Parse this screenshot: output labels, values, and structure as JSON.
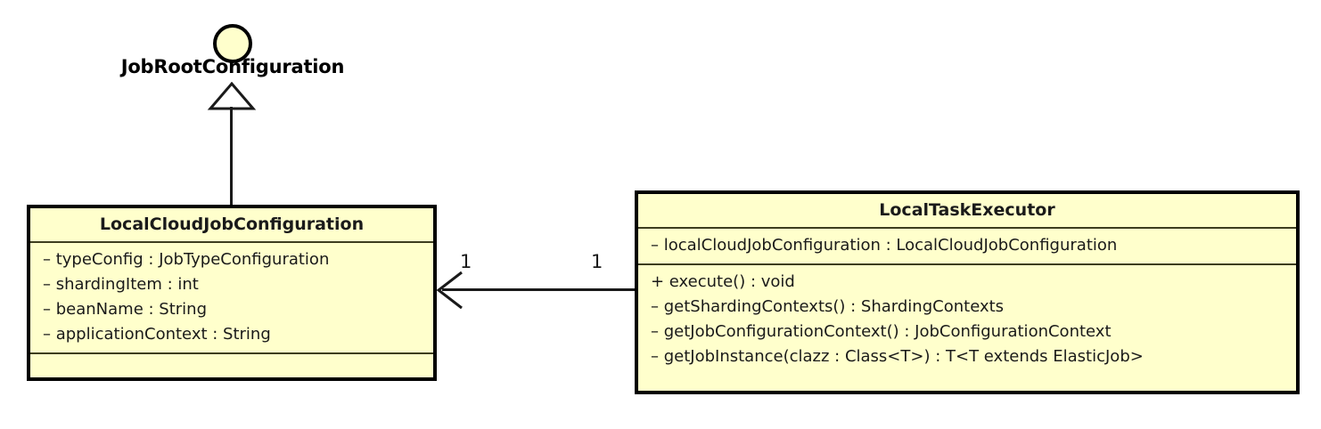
{
  "diagram": {
    "type": "uml-class-diagram",
    "background_color": "#ffffff",
    "node_fill_color": "#ffffcc",
    "node_border_color": "#000000",
    "text_color": "#1a1a1a"
  },
  "interface": {
    "name": "JobRootConfiguration",
    "icon": "interface-circle"
  },
  "relationships": {
    "generalization": {
      "from": "LocalCloudJobConfiguration",
      "to": "JobRootConfiguration",
      "arrow": "hollow-triangle"
    },
    "association": {
      "from": "LocalTaskExecutor",
      "to": "LocalCloudJobConfiguration",
      "arrow": "open-arrow",
      "source_multiplicity": "1",
      "target_multiplicity": "1"
    }
  },
  "classes": [
    {
      "name": "LocalCloudJobConfiguration",
      "attributes": [
        "– typeConfig : JobTypeConfiguration",
        "– shardingItem : int",
        "– beanName : String",
        "– applicationContext : String"
      ],
      "methods": []
    },
    {
      "name": "LocalTaskExecutor",
      "attributes": [
        "– localCloudJobConfiguration : LocalCloudJobConfiguration"
      ],
      "methods": [
        "+ execute() : void",
        "– getShardingContexts() : ShardingContexts",
        "– getJobConfigurationContext() : JobConfigurationContext",
        "– getJobInstance(clazz : Class<T>) : T<T extends ElasticJob>"
      ]
    }
  ]
}
